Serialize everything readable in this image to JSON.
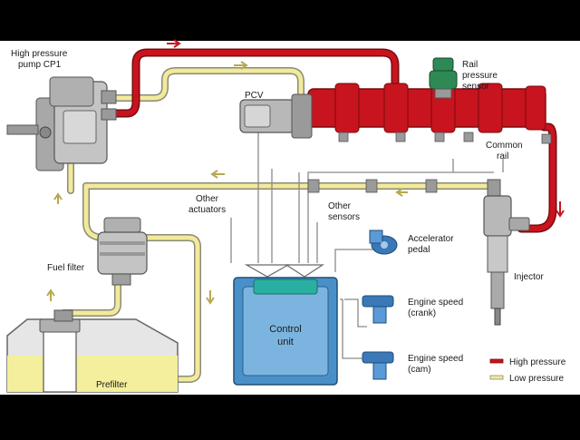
{
  "labels": {
    "hp_pump_line1": "High pressure",
    "hp_pump_line2": "pump CP1",
    "pcv": "PCV",
    "rail_sensor_line1": "Rail",
    "rail_sensor_line2": "pressure",
    "rail_sensor_line3": "sensor",
    "common_rail_line1": "Common",
    "common_rail_line2": "rail",
    "other_actuators_line1": "Other",
    "other_actuators_line2": "actuators",
    "other_sensors_line1": "Other",
    "other_sensors_line2": "sensors",
    "accelerator_line1": "Accelerator",
    "accelerator_line2": "pedal",
    "fuel_filter": "Fuel filter",
    "injector": "Injector",
    "control_unit_line1": "Control",
    "control_unit_line2": "unit",
    "engine_speed_crank_line1": "Engine speed",
    "engine_speed_crank_line2": "(crank)",
    "engine_speed_cam_line1": "Engine speed",
    "engine_speed_cam_line2": "(cam)",
    "prefilter": "Prefilter"
  },
  "legend": [
    {
      "label": "High pressure",
      "color": "#c8141e"
    },
    {
      "label": "Low pressure",
      "color": "#f2ea9a"
    }
  ],
  "colors": {
    "high_pressure": "#c8141e",
    "low_pressure": "#f2ea9a",
    "control_unit": "#4a90c8",
    "control_unit_top": "#2ab0a0",
    "tank_fuel": "#f3ef9c",
    "sensor_blue": "#3a78b8"
  }
}
